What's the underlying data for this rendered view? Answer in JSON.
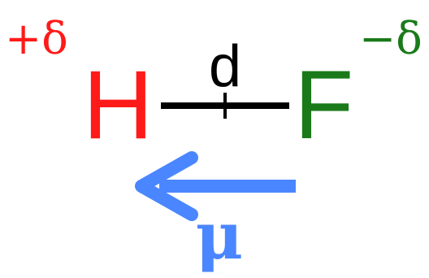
{
  "atoms": {
    "left": {
      "symbol": "H",
      "charge": "+δ",
      "color": "#ff1a1a"
    },
    "right": {
      "symbol": "F",
      "charge": "−δ",
      "color": "#1a7a1a"
    }
  },
  "bond": {
    "label": "d",
    "color": "#000000"
  },
  "dipole": {
    "label": "μ",
    "color": "#4a86ff",
    "direction": "left"
  }
}
